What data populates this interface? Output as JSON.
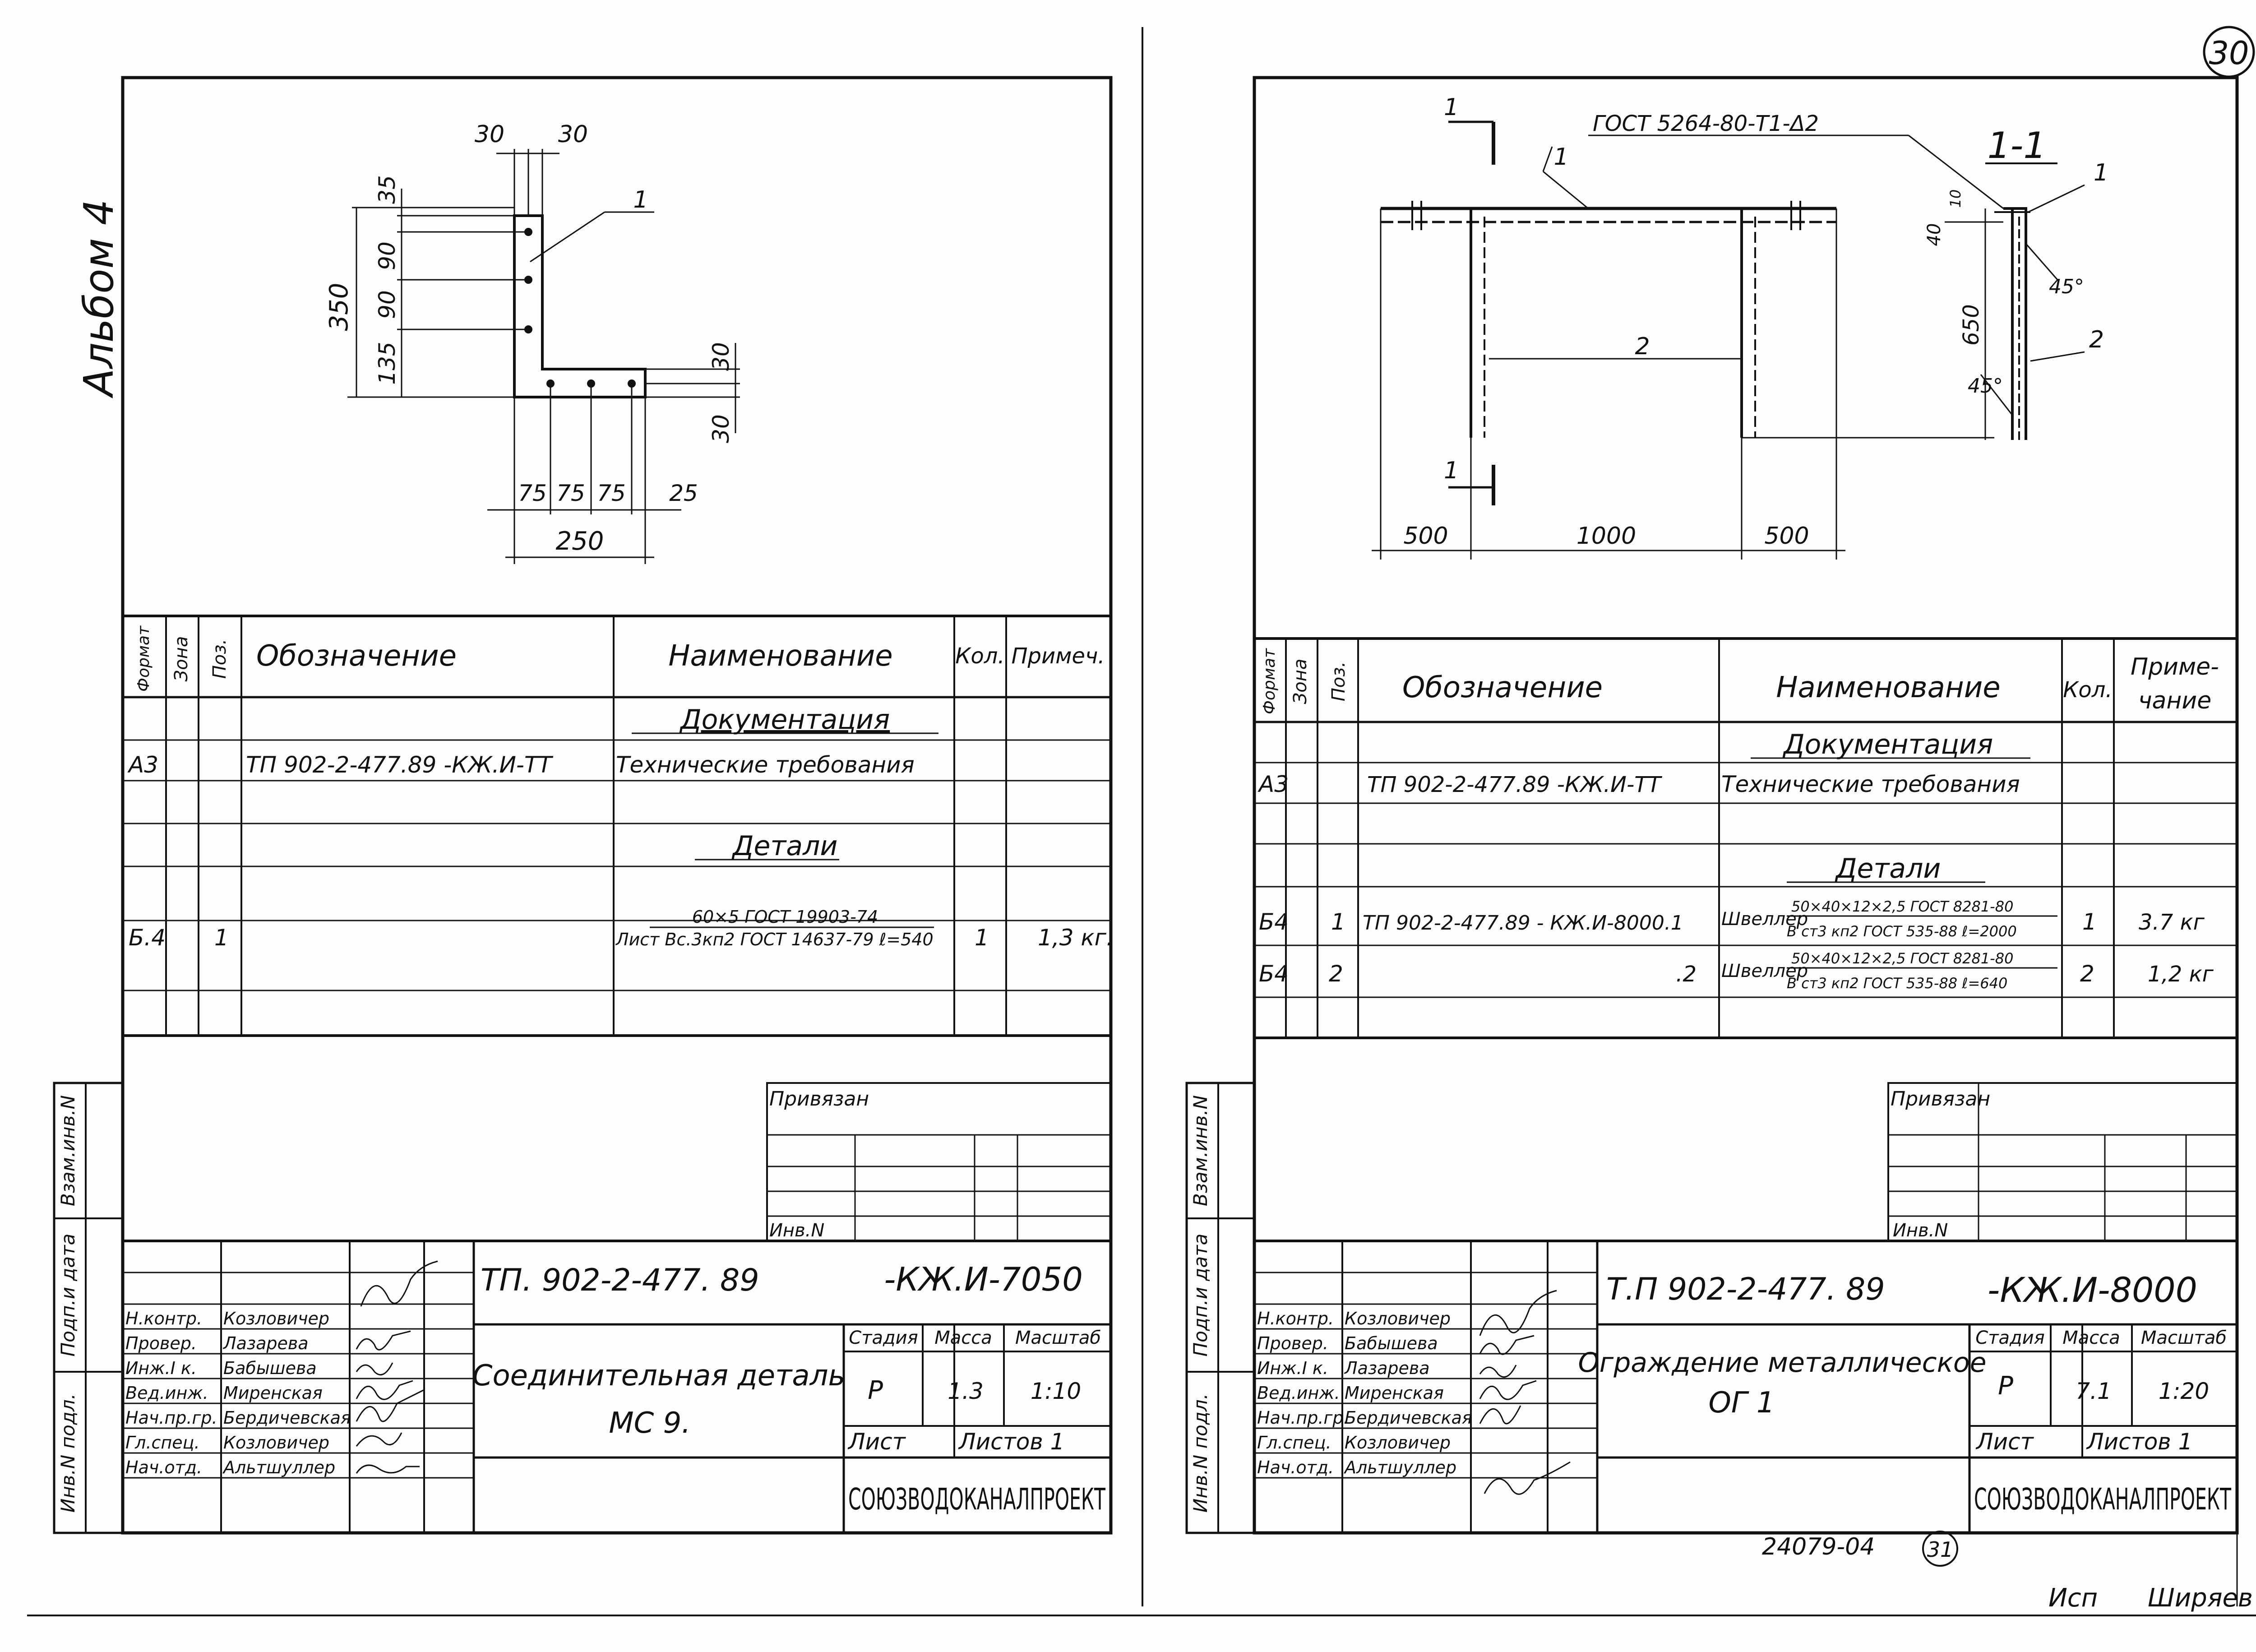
{
  "page_number": "30",
  "album": "Альбом 4",
  "archive_number": "24079-04",
  "next_page_number": "31",
  "bottom_signatures": [
    "Исп",
    "Ширяев"
  ],
  "side_stamp": {
    "inv_vzam": "Взам.инв.N",
    "podp_data": "Подп.и дата",
    "inv_podl": "Инв.N подл."
  },
  "left_sheet": {
    "dims": {
      "top_a": "30",
      "top_b": "30",
      "v1": "35",
      "v2": "90",
      "v3": "90",
      "v4": "135",
      "total_h": "350",
      "r1": "30",
      "r2": "30",
      "b1": "75",
      "b2": "75",
      "b3": "75",
      "b4": "25",
      "total_w": "250"
    },
    "callout": "1",
    "spec_headers": {
      "format": "Формат",
      "zone": "Зона",
      "pos": "Поз.",
      "designation": "Обозначение",
      "name": "Наименование",
      "qty": "Кол.",
      "note": "Примеч."
    },
    "spec": {
      "sec_docs": "Документация",
      "r1_format": "А3",
      "r1_designation": "ТП 902-2-477.89 -КЖ.И-ТТ",
      "r1_name": "Технические требования",
      "sec_details": "Детали",
      "r2_format": "Б.4",
      "r2_pos": "1",
      "r2_name_top": "60×5 ГОСТ 19903-74",
      "r2_name_bottom": "Лист Вс.3кп2 ГОСТ 14637-79 ℓ=540",
      "r2_qty": "1",
      "r2_note": "1,3 кг."
    },
    "privyazan": "Привязан",
    "inv_n": "Инв.N",
    "stamp": {
      "code": "ТП. 902-2-477. 89",
      "code_suffix": "-КЖ.И-7050",
      "title1": "Соединительная деталь",
      "title2": "МС 9.",
      "stage_h": "Стадия",
      "mass_h": "Масса",
      "scale_h": "Масштаб",
      "stage": "Р",
      "mass": "1.3",
      "scale": "1:10",
      "sheet_h": "Лист",
      "sheets_h": "Листов 1",
      "org": "СОЮЗВОДОКАНАЛПРОЕКТ",
      "roles": [
        "Н.контр.",
        "Провер.",
        "Инж.I к.",
        "Вед.инж.",
        "Нач.пр.гр.",
        "Гл.спец.",
        "Нач.отд."
      ],
      "names": [
        "Козловичер",
        "Лазарева",
        "Бабышева",
        "Миренская",
        "Бердичевская",
        "Козловичер",
        "Альтшуллер"
      ]
    }
  },
  "right_sheet": {
    "gost": "ГОСТ 5264-80-Т1-Δ2",
    "section": "1-1",
    "cut_mark_top": "1",
    "cut_mark_bottom": "1",
    "call1": "1",
    "call2": "2",
    "sec_call1": "1",
    "sec_call2": "2",
    "dim_40": "40",
    "dim_10": "10",
    "dim_650": "650",
    "angle1": "45°",
    "angle2": "45°",
    "dim_500a": "500",
    "dim_1000": "1000",
    "dim_500b": "500",
    "spec_headers": {
      "format": "Формат",
      "zone": "Зона",
      "pos": "Поз.",
      "designation": "Обозначение",
      "name": "Наименование",
      "qty": "Кол.",
      "note_a": "Приме-",
      "note_b": "чание"
    },
    "spec": {
      "sec_docs": "Документация",
      "r1_format": "А3",
      "r1_designation": "ТП 902-2-477.89 -КЖ.И-ТТ",
      "r1_name": "Технические требования",
      "sec_details": "Детали",
      "r2_format": "Б4",
      "r2_pos": "1",
      "r2_designation": "ТП 902-2-477.89 - КЖ.И-8000.1",
      "r2_name_a": "Швеллер",
      "r2_name_top": "50×40×12×2,5 ГОСТ 8281-80",
      "r2_name_bottom": "В ст3 кп2 ГОСТ 535-88 ℓ=2000",
      "r2_qty": "1",
      "r2_note": "3.7 кг",
      "r3_format": "Б4",
      "r3_pos": "2",
      "r3_designation": ".2",
      "r3_name_a": "Швеллер",
      "r3_name_top": "50×40×12×2,5 ГОСТ 8281-80",
      "r3_name_bottom": "В ст3 кп2 ГОСТ 535-88 ℓ=640",
      "r3_qty": "2",
      "r3_note": "1,2 кг"
    },
    "privyazan": "Привязан",
    "inv_n": "Инв.N",
    "stamp": {
      "code": "Т.П 902-2-477. 89",
      "code_suffix": "-КЖ.И-8000",
      "title1": "Ограждение металлическое",
      "title2": "ОГ 1",
      "stage_h": "Стадия",
      "mass_h": "Масса",
      "scale_h": "Масштаб",
      "stage": "Р",
      "mass": "7.1",
      "scale": "1:20",
      "sheet_h": "Лист",
      "sheets_h": "Листов 1",
      "org": "СОЮЗВОДОКАНАЛПРОЕКТ",
      "roles": [
        "Н.контр.",
        "Провер.",
        "Инж.I к.",
        "Вед.инж.",
        "Нач.пр.гр.",
        "Гл.спец.",
        "Нач.отд."
      ],
      "names": [
        "Козловичер",
        "Бабышева",
        "Лазарева",
        "Миренская",
        "Бердичевская",
        "Козловичер",
        "Альтшуллер"
      ]
    }
  }
}
